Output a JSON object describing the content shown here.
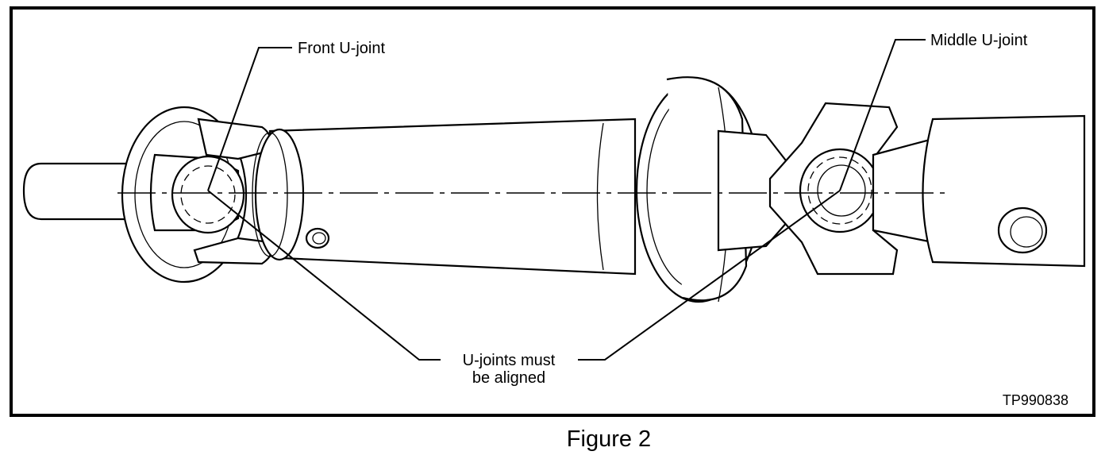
{
  "figure": {
    "labels": {
      "front_ujoint": "Front U-joint",
      "middle_ujoint": "Middle U-joint",
      "alignment_line1": "U-joints must",
      "alignment_line2": "be aligned",
      "part_number": "TP990838"
    },
    "caption": "Figure 2"
  }
}
